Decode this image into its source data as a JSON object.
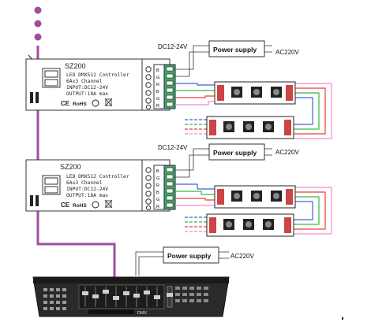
{
  "controllers": [
    {
      "model": "SZ200",
      "lines": [
        "LED DMX512 Controller",
        "6Ax3 Channel",
        "INPUT:DC12-24V",
        "OUTPUT:18A max"
      ],
      "ce": "CE",
      "rohs": "RoHS",
      "terminals": [
        "B",
        "G",
        "R",
        "B",
        "G",
        "R"
      ]
    },
    {
      "model": "SZ200",
      "lines": [
        "LED DMX512 Controller",
        "6Ax3 Channel",
        "INPUT:DC12-24V",
        "OUTPUT:18A max"
      ],
      "ce": "CE",
      "rohs": "RoHS",
      "terminals": [
        "B",
        "G",
        "R",
        "B",
        "G",
        "R"
      ]
    }
  ],
  "power_supplies": [
    {
      "label": "Power supply",
      "input": "AC220V",
      "output": "DC12-24V"
    },
    {
      "label": "Power supply",
      "input": "AC220V",
      "output": "DC12-24V"
    },
    {
      "label": "Power supply",
      "input": "AC220V"
    }
  ],
  "console": {
    "badge": "DMX"
  },
  "colors": {
    "dmx_cable": "#a24d9c",
    "wire_red": "#e8413c",
    "wire_green": "#3bb54a",
    "wire_blue": "#3a64d8",
    "wire_pink": "#f08cc8",
    "terminal_green": "#41a85a",
    "led_strip": "#1f1f1f"
  }
}
